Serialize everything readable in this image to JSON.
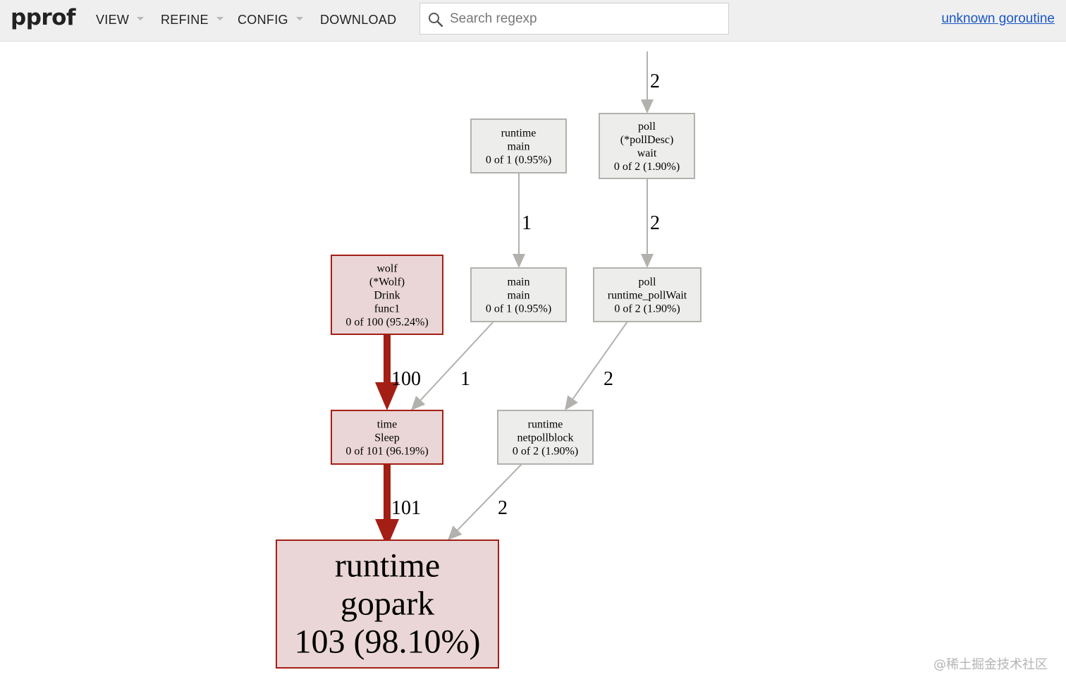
{
  "app": {
    "logo": "pprof",
    "watermark": "@稀土掘金技术社区"
  },
  "menu": {
    "view": "VIEW",
    "refine": "REFINE",
    "config": "CONFIG",
    "download": "DOWNLOAD"
  },
  "search": {
    "placeholder": "Search regexp",
    "value": ""
  },
  "title_link": "unknown goroutine",
  "colors": {
    "hot_fill": "#ead6d6",
    "hot_edge": "#a31f15",
    "cold_fill": "#ededec",
    "cold_edge": "#b2b1ad",
    "link": "#1a56c4"
  },
  "graph": {
    "nodes": [
      {
        "id": "runtime_main",
        "lines": [
          "runtime",
          "main",
          "0 of 1 (0.95%)"
        ],
        "hot": false
      },
      {
        "id": "poll_wait",
        "lines": [
          "poll",
          "(*pollDesc)",
          "wait",
          "0 of 2 (1.90%)"
        ],
        "hot": false
      },
      {
        "id": "wolf_drink",
        "lines": [
          "wolf",
          "(*Wolf)",
          "Drink",
          "func1",
          "0 of 100 (95.24%)"
        ],
        "hot": true
      },
      {
        "id": "main_main",
        "lines": [
          "main",
          "main",
          "0 of 1 (0.95%)"
        ],
        "hot": false
      },
      {
        "id": "poll_pollwait",
        "lines": [
          "poll",
          "runtime_pollWait",
          "0 of 2 (1.90%)"
        ],
        "hot": false
      },
      {
        "id": "time_sleep",
        "lines": [
          "time",
          "Sleep",
          "0 of 101 (96.19%)"
        ],
        "hot": true
      },
      {
        "id": "netpollblock",
        "lines": [
          "runtime",
          "netpollblock",
          "0 of 2 (1.90%)"
        ],
        "hot": false
      },
      {
        "id": "gopark",
        "lines": [
          "runtime",
          "gopark",
          "103 (98.10%)"
        ],
        "hot": true
      }
    ],
    "edges": [
      {
        "from": null,
        "to": "poll_wait",
        "label": "2",
        "hot": false
      },
      {
        "from": "runtime_main",
        "to": "main_main",
        "label": "1",
        "hot": false
      },
      {
        "from": "poll_wait",
        "to": "poll_pollwait",
        "label": "2",
        "hot": false
      },
      {
        "from": "wolf_drink",
        "to": "time_sleep",
        "label": "100",
        "hot": true
      },
      {
        "from": "main_main",
        "to": "time_sleep",
        "label": "1",
        "hot": false
      },
      {
        "from": "poll_pollwait",
        "to": "netpollblock",
        "label": "2",
        "hot": false
      },
      {
        "from": "time_sleep",
        "to": "gopark",
        "label": "101",
        "hot": true
      },
      {
        "from": "netpollblock",
        "to": "gopark",
        "label": "2",
        "hot": false
      }
    ]
  }
}
